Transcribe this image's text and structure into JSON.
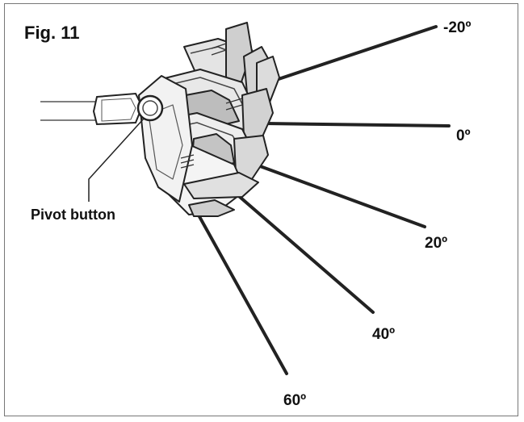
{
  "figure": {
    "title": "Fig. 11"
  },
  "callout": {
    "label": "Pivot button"
  },
  "angles": [
    {
      "label": "-20º"
    },
    {
      "label": "0º"
    },
    {
      "label": "20º"
    },
    {
      "label": "40º"
    },
    {
      "label": "60º"
    }
  ],
  "colors": {
    "stroke": "#222222",
    "body_fill": "#d9d9d9",
    "frame": "#777777"
  }
}
